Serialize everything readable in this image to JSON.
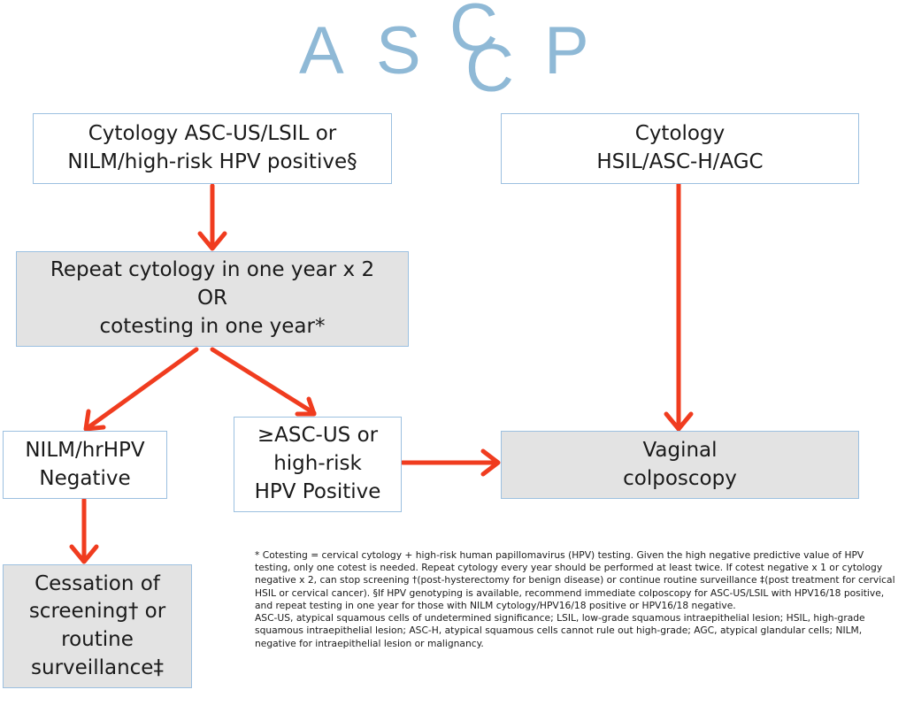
{
  "logo": {
    "text": "ASCCP",
    "letters": [
      "A",
      "S",
      "C",
      "C",
      "P"
    ],
    "color": "#8fb9d6"
  },
  "nodes": {
    "start_low": [
      "Cytology ASC-US/LSIL or",
      "NILM/high-risk HPV positive§"
    ],
    "start_high": [
      "Cytology",
      "HSIL/ASC-H/AGC"
    ],
    "repeat": [
      "Repeat cytology in one year x 2",
      "OR",
      "cotesting in one year*"
    ],
    "negative": [
      "NILM/hrHPV",
      "Negative"
    ],
    "positive": [
      "≥ASC-US or",
      "high-risk",
      "HPV Positive"
    ],
    "colposcopy": [
      "Vaginal",
      "colposcopy"
    ],
    "cessation": [
      "Cessation of",
      "screening† or",
      "routine",
      "surveillance‡"
    ]
  },
  "footnote": {
    "p1": "* Cotesting = cervical cytology + high-risk human papillomavirus (HPV) testing. Given the high negative predictive value of HPV testing, only one cotest is needed.  Repeat cytology every year should be performed at least twice.  If cotest negative x 1 or cytology negative x 2, can stop screening †(post-hysterectomy for benign disease) or continue routine surveillance ‡(post treatment for cervical HSIL or cervical cancer).  §If HPV genotyping is available, recommend immediate colposcopy for ASC-US/LSIL with HPV16/18 positive, and repeat testing in one year for those with NILM cytology/HPV16/18 positive or HPV16/18 negative.",
    "p2": "ASC-US, atypical squamous cells of undetermined significance; LSIL, low-grade squamous intraepithelial lesion; HSIL, high-grade squamous intraepithelial lesion; ASC-H, atypical squamous cells cannot rule out high-grade; AGC, atypical glandular cells; NILM, negative for intraepithelial lesion or malignancy."
  },
  "colors": {
    "arrow": "#f03c1f",
    "box_border": "#9cc0e0",
    "box_fill_gray": "#e3e3e3"
  }
}
